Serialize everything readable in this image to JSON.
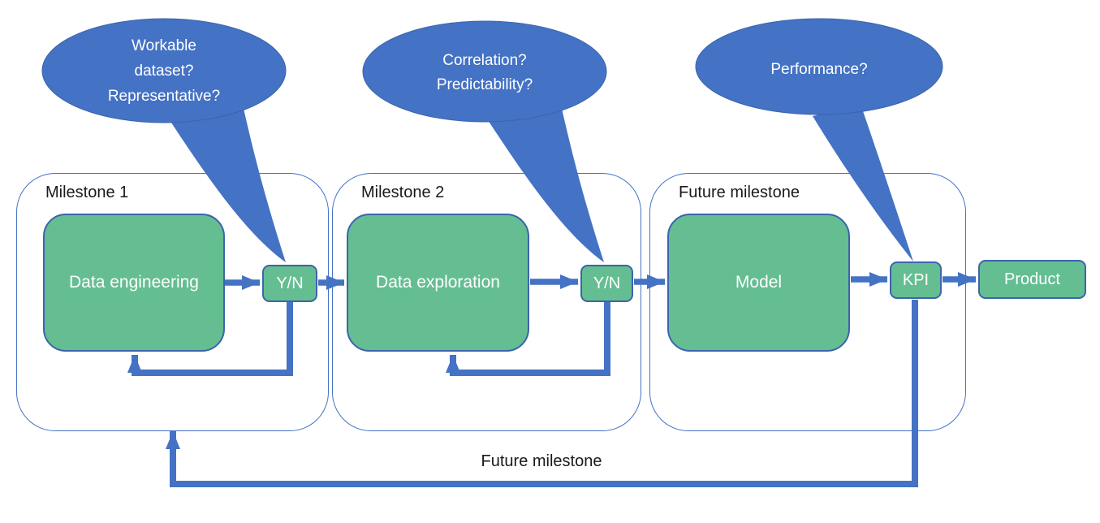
{
  "callouts": [
    {
      "lines": [
        "Workable",
        "dataset?",
        "Representative?"
      ]
    },
    {
      "lines": [
        "Correlation?",
        "Predictability?"
      ]
    },
    {
      "lines": [
        "Performance?"
      ]
    }
  ],
  "milestones": [
    {
      "label": "Milestone 1",
      "process": "Data engineering",
      "gate": "Y/N"
    },
    {
      "label": "Milestone 2",
      "process": "Data exploration",
      "gate": "Y/N"
    },
    {
      "label": "Future milestone",
      "process": "Model",
      "gate": "KPI"
    }
  ],
  "product": {
    "label": "Product"
  },
  "feedback": {
    "label": "Future milestone"
  },
  "colors": {
    "blue": "#4472C4",
    "green": "#64BE92",
    "shape_border": "#3C64AD",
    "container_border": "#4472C4",
    "text_dark": "#1a1a1a",
    "white": "#ffffff"
  }
}
